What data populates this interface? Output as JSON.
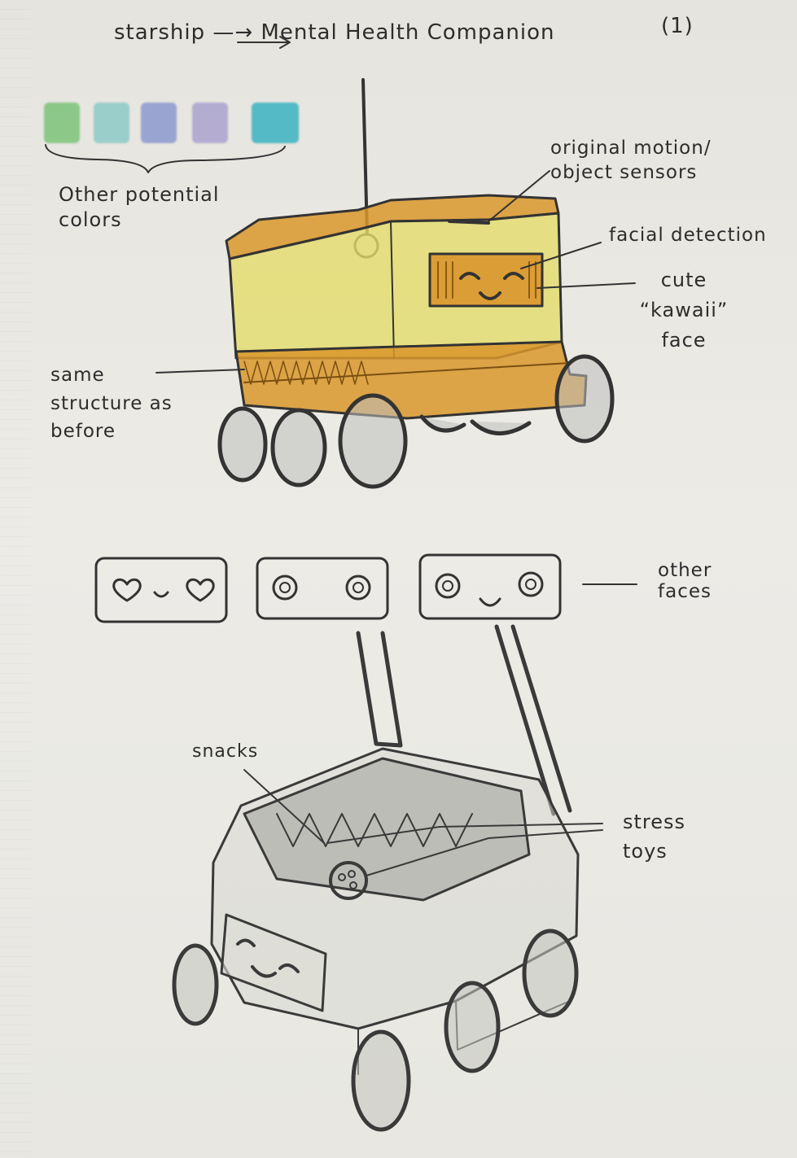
{
  "page_title": "starship —→ Mental Health Companion",
  "page_number": "(1)",
  "color_palette": {
    "label": "Other potential colors",
    "swatches": [
      "#7cc47a",
      "#8ccac7",
      "#8d99cf",
      "#aba3cf",
      "#3bb3c2"
    ]
  },
  "robot_top": {
    "body_color": "#e4dc6a",
    "trim_color": "#d9962c",
    "annotations": {
      "sensors": "original motion/ object sensors",
      "facial_detection": "facial detection",
      "face": "cute “kawaii” face",
      "structure": "same structure as before"
    }
  },
  "other_faces": {
    "label": "other faces",
    "faces": [
      "heart-eyes-smile",
      "round-eyes",
      "round-eyes-smile"
    ]
  },
  "robot_bottom": {
    "annotations": {
      "snacks": "snacks",
      "stress_toys": "stress toys"
    }
  }
}
